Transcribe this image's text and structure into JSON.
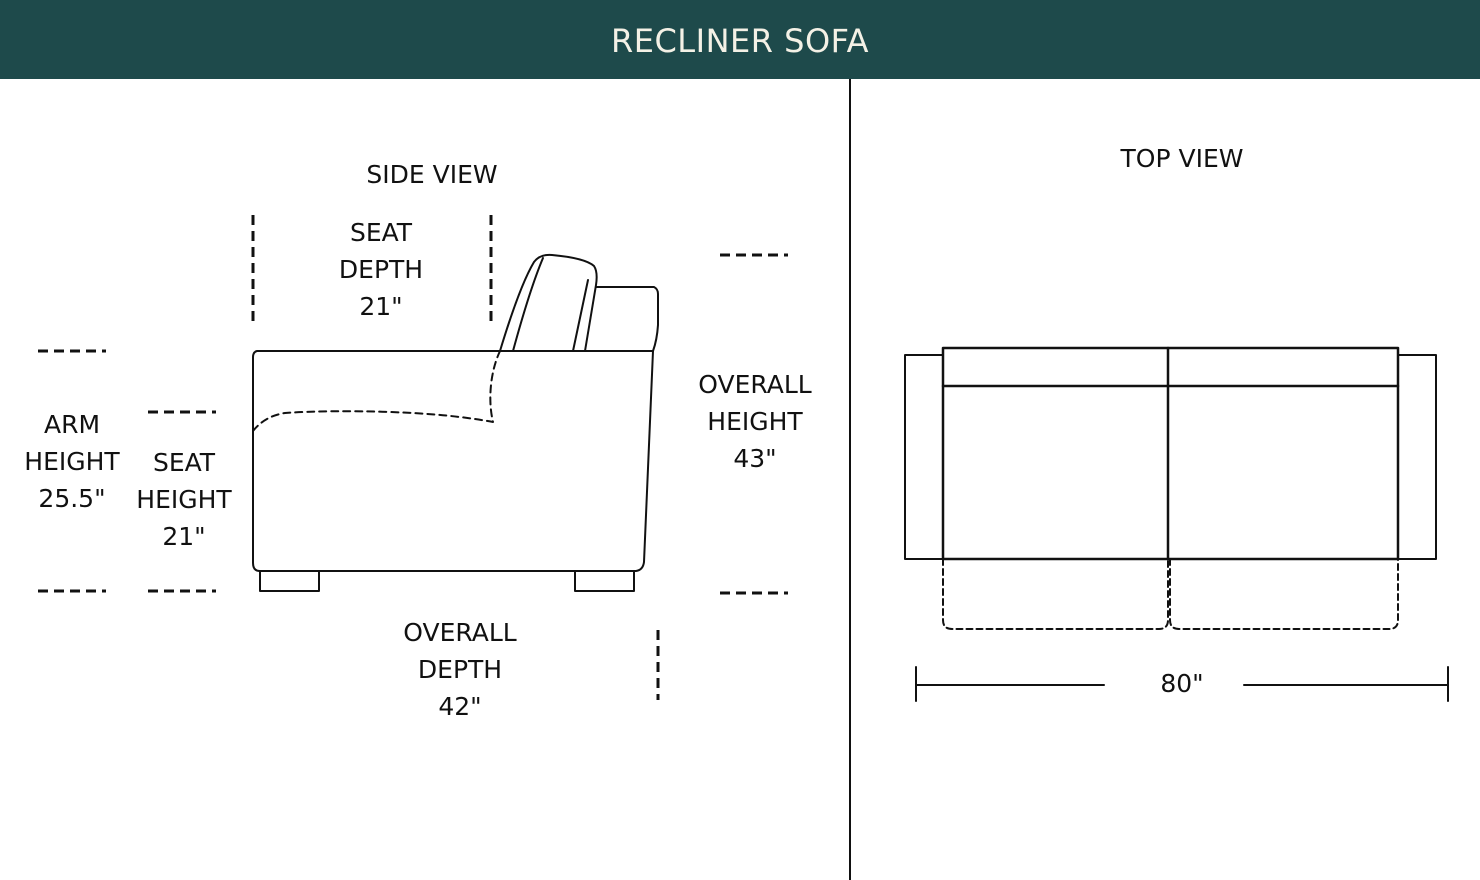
{
  "header": {
    "title": "RECLINER SOFA",
    "background_color": "#1e4a4b",
    "text_color": "#f4f1e6"
  },
  "side_view": {
    "title": "SIDE VIEW",
    "seat_depth": {
      "line1": "SEAT",
      "line2": "DEPTH",
      "value": "21\""
    },
    "arm_height": {
      "line1": "ARM",
      "line2": "HEIGHT",
      "value": "25.5\""
    },
    "seat_height": {
      "line1": "SEAT",
      "line2": "HEIGHT",
      "value": "21\""
    },
    "overall_height": {
      "line1": "OVERALL",
      "line2": "HEIGHT",
      "value": "43\""
    },
    "overall_depth": {
      "line1": "OVERALL",
      "line2": "DEPTH",
      "value": "42\""
    }
  },
  "top_view": {
    "title": "TOP VIEW",
    "width": {
      "value": "80\""
    }
  }
}
